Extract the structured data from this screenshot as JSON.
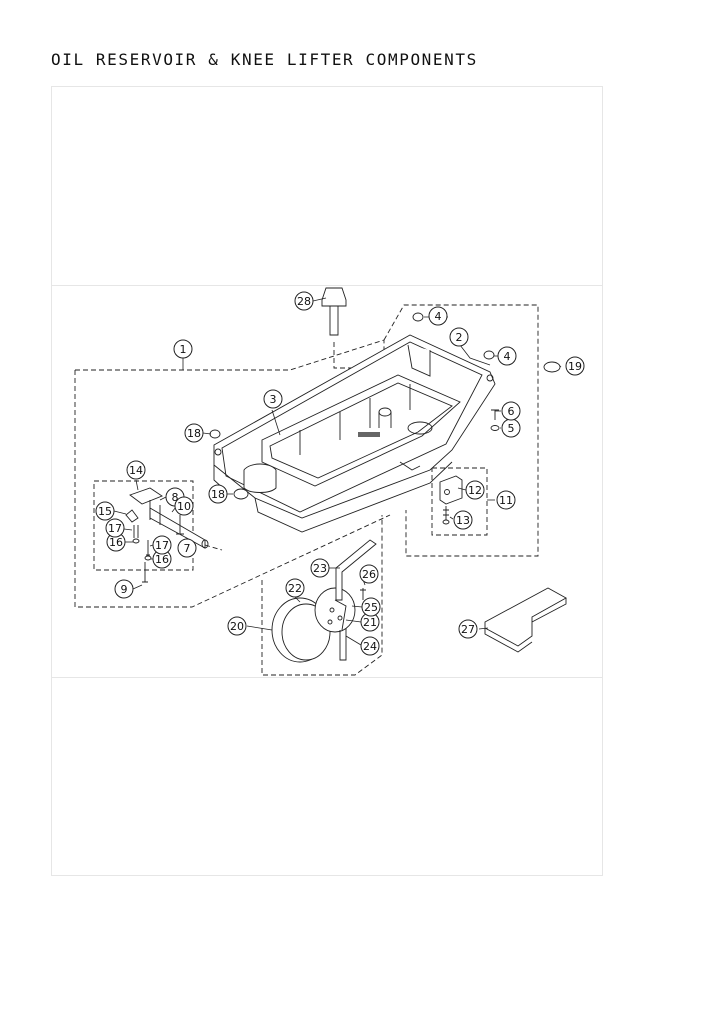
{
  "page": {
    "title": "OIL RESERVOIR & KNEE LIFTER COMPONENTS"
  },
  "callouts": [
    {
      "id": "c1",
      "label": "1"
    },
    {
      "id": "c2",
      "label": "2"
    },
    {
      "id": "c3",
      "label": "3"
    },
    {
      "id": "c4a",
      "label": "4"
    },
    {
      "id": "c4b",
      "label": "4"
    },
    {
      "id": "c5",
      "label": "5"
    },
    {
      "id": "c6",
      "label": "6"
    },
    {
      "id": "c7",
      "label": "7"
    },
    {
      "id": "c8",
      "label": "8"
    },
    {
      "id": "c9",
      "label": "9"
    },
    {
      "id": "c10",
      "label": "10"
    },
    {
      "id": "c11",
      "label": "11"
    },
    {
      "id": "c12",
      "label": "12"
    },
    {
      "id": "c13",
      "label": "13"
    },
    {
      "id": "c14",
      "label": "14"
    },
    {
      "id": "c15",
      "label": "15"
    },
    {
      "id": "c16a",
      "label": "16"
    },
    {
      "id": "c16b",
      "label": "16"
    },
    {
      "id": "c17a",
      "label": "17"
    },
    {
      "id": "c17b",
      "label": "17"
    },
    {
      "id": "c18a",
      "label": "18"
    },
    {
      "id": "c18b",
      "label": "18"
    },
    {
      "id": "c19",
      "label": "19"
    },
    {
      "id": "c20",
      "label": "20"
    },
    {
      "id": "c21",
      "label": "21"
    },
    {
      "id": "c22",
      "label": "22"
    },
    {
      "id": "c23",
      "label": "23"
    },
    {
      "id": "c24",
      "label": "24"
    },
    {
      "id": "c25",
      "label": "25"
    },
    {
      "id": "c26",
      "label": "26"
    },
    {
      "id": "c27",
      "label": "27"
    },
    {
      "id": "c28",
      "label": "28"
    }
  ],
  "colors": {
    "line": "#222222",
    "frame": "#e6e6e6",
    "part_fill": "#ffffff",
    "dark": "#555555"
  }
}
